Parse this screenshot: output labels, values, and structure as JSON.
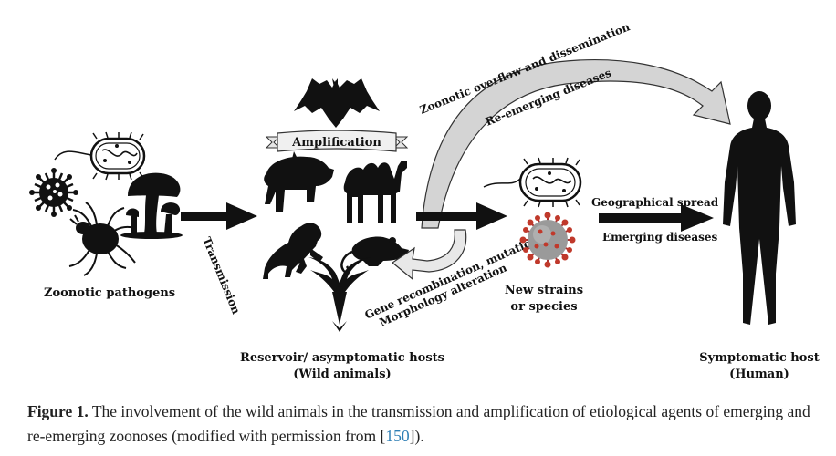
{
  "labels": {
    "zoonotic_pathogens": "Zoonotic pathogens",
    "transmission": "Transmission",
    "amplification": "Amplification",
    "reservoir_line1": "Reservoir/ asymptomatic hosts",
    "reservoir_line2": "(Wild animals)",
    "zoonotic_overflow": "Zoonotic overflow and dissemination",
    "re_emerging": "Re-emerging diseases",
    "gene_line1": "Gene recombination, mutation,",
    "gene_line2": "Morphology alteration",
    "new_strains_line1": "New strains",
    "new_strains_line2": "or species",
    "geo_spread": "Geographical spread",
    "emerging": "Emerging diseases",
    "symptomatic_line1": "Symptomatic host",
    "symptomatic_line2": "(Human)"
  },
  "caption": {
    "figure_label": "Figure 1.",
    "text_before": " The involvement of the wild animals in the transmission and amplification of etiological agents of emerging and re-emerging zoonoses (modified with permission from [",
    "ref": "150",
    "text_after": "])."
  },
  "colors": {
    "ink": "#111111",
    "virus_red": "#c0392b",
    "caption_link": "#2f7fb5",
    "curved_arrow": "#cfcfcf"
  },
  "icons": [
    "bacterium-icon",
    "virus-icon",
    "mushroom-icon",
    "tick-icon",
    "bat-icon",
    "boar-icon",
    "camel-icon",
    "chimpanzee-icon",
    "rat-icon",
    "eagle-icon",
    "coronavirus-icon",
    "human-icon"
  ]
}
